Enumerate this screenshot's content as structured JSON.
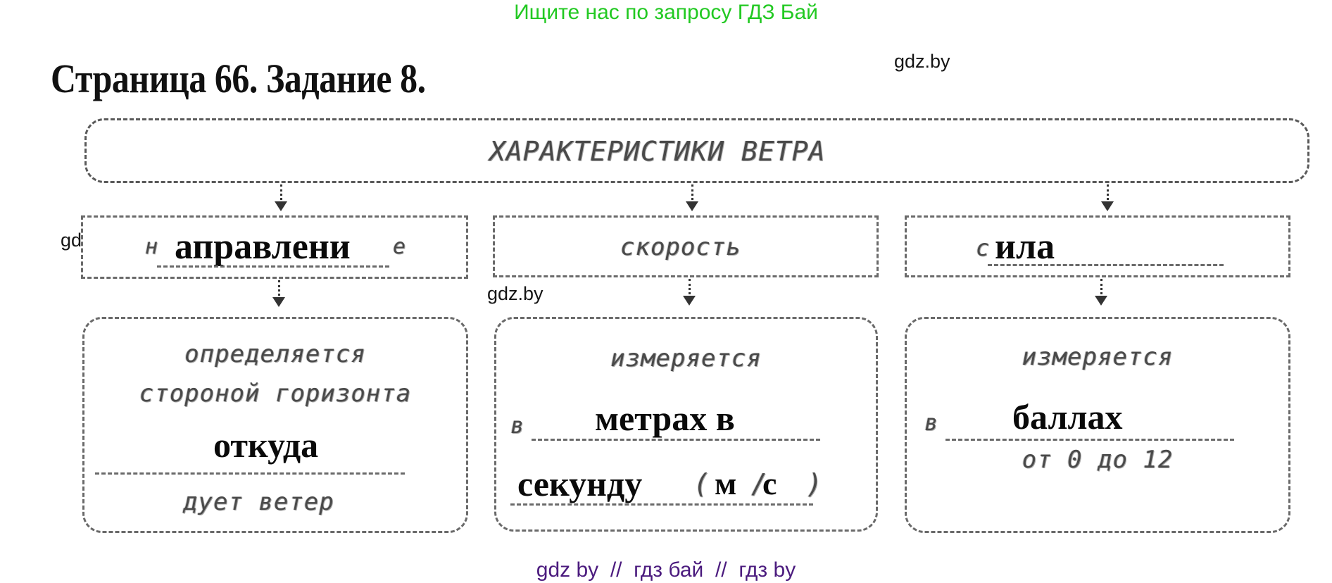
{
  "promo_banner": "Ищите нас по запросу ГДЗ Бай",
  "page_title": "Страница 66. Задание 8.",
  "watermark": "gdz.by",
  "diagram": {
    "root": {
      "label": "ХАРАКТЕРИСТИКИ ВЕТРА"
    },
    "columns": [
      {
        "header": {
          "printed_prefix": "н",
          "handwritten": "аправлени",
          "printed_suffix": "е"
        },
        "detail": {
          "printed_line1": "определяется",
          "printed_line2": "стороной горизонта",
          "handwritten": "откуда",
          "printed_line3": "дует ветер"
        }
      },
      {
        "header": {
          "printed": "скорость"
        },
        "detail": {
          "printed_line1": "измеряется",
          "printed_prefix": "в",
          "handwritten_line1": "метрах в",
          "handwritten_line2": "секунду",
          "paren_open": "(",
          "unit_m": "м",
          "unit_slash": "/",
          "unit_s": "с",
          "paren_close": ")"
        }
      },
      {
        "header": {
          "printed_prefix": "с",
          "handwritten": "ила"
        },
        "detail": {
          "printed_line1": "измеряется",
          "printed_prefix": "в",
          "handwritten": "баллах",
          "printed_line2": "от 0 до 12"
        }
      }
    ]
  },
  "footer": "gdz by  //  гдз бай  //  гдз by"
}
